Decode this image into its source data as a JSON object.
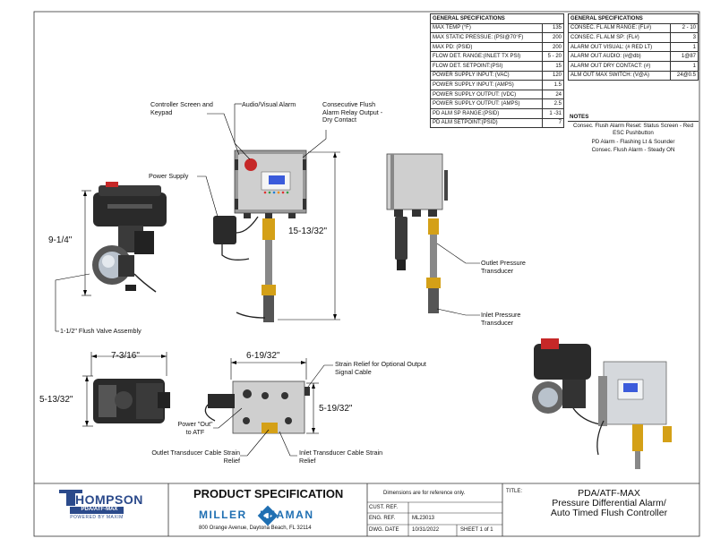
{
  "spec_left": {
    "header": "GENERAL SPECIFICATIONS",
    "rows": [
      {
        "label": "MAX TEMP (°F)",
        "value": "135"
      },
      {
        "label": "MAX STATIC PRESSUE: (PSI@70°F)",
        "value": "200"
      },
      {
        "label": "MAX PD: (PSID)",
        "value": "200"
      },
      {
        "label": "FLOW DET. RANGE:(INLET TX PSI)",
        "value": "5 - 20"
      },
      {
        "label": "FLOW DET. SETPOINT:(PSI)",
        "value": "15"
      },
      {
        "label": "POWER SUPPLY INPUT: (VAC)",
        "value": "120"
      },
      {
        "label": "POWER SUPPLY INPUT: (AMPS)",
        "value": "1.5"
      },
      {
        "label": "POWER SUPPLY OUTPUT: (VDC)",
        "value": "24"
      },
      {
        "label": "POWER SUPPLY OUTPUT: (AMPS)",
        "value": "2.5"
      },
      {
        "label": "PD ALM SP RANGE:(PSID)",
        "value": "1 -31"
      },
      {
        "label": "PD ALM SETPOINT:(PSID)",
        "value": "7"
      }
    ]
  },
  "spec_right": {
    "header": "GENERAL SPECIFICATIONS",
    "rows": [
      {
        "label": "CONSEC. FL ALM RANGE: (FL#)",
        "value": "2 - 10"
      },
      {
        "label": "CONSEC. FL ALM SP: (FL#)",
        "value": "3"
      },
      {
        "label": "ALARM OUT VISUAL: (# RED LT)",
        "value": "1"
      },
      {
        "label": "ALARM OUT AUDIO: (#@db)",
        "value": "1@87"
      },
      {
        "label": "ALARM OUT DRY CONTACT: (#)",
        "value": "1"
      },
      {
        "label": "ALM OUT MAX SWITCH: (V@A)",
        "value": "24@0.5"
      }
    ]
  },
  "notes": {
    "title": "NOTES",
    "items": [
      "Consec. Flush Alarm Reset: Status Screen - Red ESC Pushbutton",
      "PD Alarm - Flashing Lt & Sounder",
      "Consec. Flush Alarm - Steady ON"
    ]
  },
  "callouts": {
    "controller_screen": "Controller Screen and Keypad",
    "audio_visual": "Audio/Visual Alarm",
    "consecutive": "Consecutive Flush Alarm Relay Output - Dry Contact",
    "power_supply": "Power Supply",
    "flush_valve": "1-1/2\" Flush Valve Assembly",
    "outlet_pressure": "Outlet Pressure Transducer",
    "inlet_pressure": "Inlet Pressure Transducer",
    "strain_relief_optional": "Strain Relief for Optional Output Signal Cable",
    "power_out": "Power \"Out\" to ATF",
    "outlet_cable": "Outlet Transducer Cable Strain Relief",
    "inlet_cable": "Inlet Transducer Cable Strain Relief"
  },
  "dimensions": {
    "d1": "9-1/4\"",
    "d2": "15-13/32\"",
    "d3": "7-3/16\"",
    "d4": "5-13/32\"",
    "d5": "6-19/32\"",
    "d6": "5-19/32\""
  },
  "title_block": {
    "logo_main": "HOMPSON",
    "logo_sub": "PDA/ATF-MAX",
    "logo_powered": "POWERED BY MAXIM",
    "heading": "PRODUCT SPECIFICATION",
    "brand": "MILLER   LEAMAN",
    "address": "800 Orange Avenue, Daytona Beach, FL 32114",
    "dimensions_note": "Dimensions are for reference only.",
    "cust_ref_label": "CUST. REF.",
    "eng_ref_label": "ENG. REF.",
    "eng_ref_value": "ML23013",
    "dwg_date_label": "DWG. DATE",
    "dwg_date_value": "10/31/2022",
    "sheet": "SHEET 1 of 1",
    "title_label": "TITLE:",
    "title_line1": "PDA/ATF-MAX",
    "title_line2": "Pressure Differential Alarm/",
    "title_line3": "Auto Timed Flush Controller"
  }
}
